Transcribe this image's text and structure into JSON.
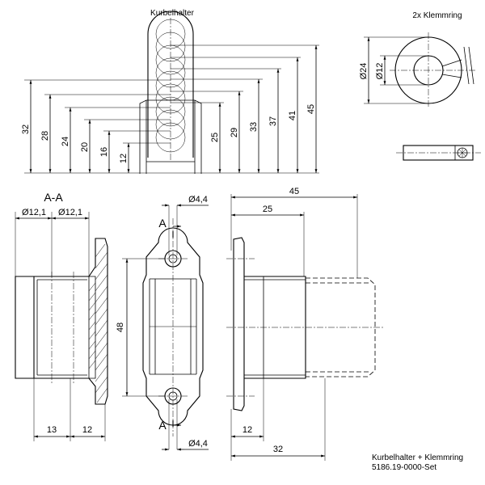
{
  "titles": {
    "top_view": "Kurbelhalter",
    "ring_view": "2x Klemmring",
    "section_view": "A-A"
  },
  "top_dimensions": [
    "32",
    "28",
    "24",
    "20",
    "16",
    "12",
    "25",
    "29",
    "33",
    "37",
    "41",
    "45"
  ],
  "ring_dimensions": {
    "outer": "Ø24",
    "inner": "Ø12"
  },
  "section_dimensions": {
    "bore_left": "Ø12,1",
    "bore_right": "Ø12,1",
    "bottom_left": "13",
    "bottom_right": "12"
  },
  "front_dimensions": {
    "hole_top": "Ø4,4",
    "hole_bottom": "Ø4,4",
    "height": "48",
    "section_mark_top": "A",
    "section_mark_bottom": "A"
  },
  "side_dimensions": {
    "overall": "45",
    "inner": "25",
    "bottom_small": "12",
    "bottom_large": "32"
  },
  "caption": {
    "line1": "Kurbelhalter + Klemmring",
    "line2": "5186.19-0000-Set"
  }
}
